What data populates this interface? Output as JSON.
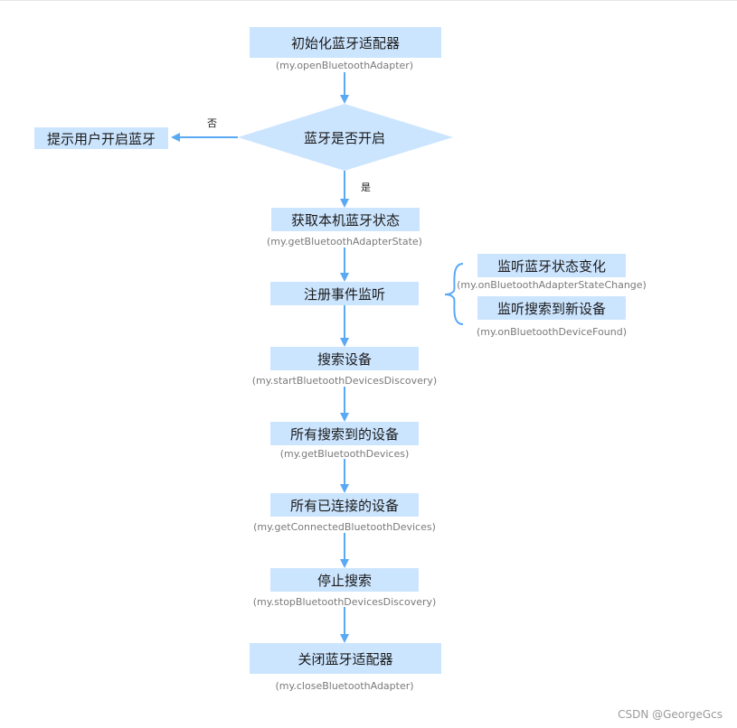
{
  "nodes": {
    "init_adapter": {
      "label": "初始化蓝牙适配器",
      "api": "(my.openBluetoothAdapter)"
    },
    "decision": {
      "label": "蓝牙是否开启"
    },
    "prompt_user": {
      "label": "提示用户开启蓝牙"
    },
    "get_state": {
      "label": "获取本机蓝牙状态",
      "api": "(my.getBluetoothAdapterState)"
    },
    "register_events": {
      "label": "注册事件监听"
    },
    "listen_state": {
      "label": "监听蓝牙状态变化",
      "api": "(my.onBluetoothAdapterStateChange)"
    },
    "listen_found": {
      "label": "监听搜索到新设备",
      "api": "(my.onBluetoothDeviceFound)"
    },
    "search_devices": {
      "label": "搜索设备",
      "api": "(my.startBluetoothDevicesDiscovery)"
    },
    "all_found": {
      "label": "所有搜索到的设备",
      "api": "(my.getBluetoothDevices)"
    },
    "all_connected": {
      "label": "所有已连接的设备",
      "api": "(my.getConnectedBluetoothDevices)"
    },
    "stop_search": {
      "label": "停止搜索",
      "api": "(my.stopBluetoothDevicesDiscovery)"
    },
    "close_adapter": {
      "label": "关闭蓝牙适配器",
      "api": "(my.closeBluetoothAdapter)"
    }
  },
  "edge_labels": {
    "no": "否",
    "yes": "是"
  },
  "watermark": "CSDN @GeorgeGcs",
  "colors": {
    "node_fill": "#cce5ff",
    "arrow": "#5aa9f5",
    "text": "#1a1a1a",
    "api_text": "#7a7a7a"
  }
}
